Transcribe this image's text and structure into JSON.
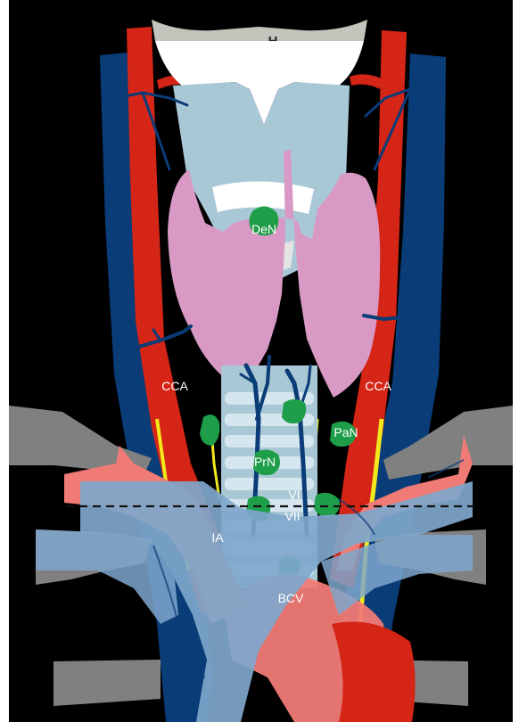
{
  "labels": {
    "hyoid": "H",
    "delphian_node": "DeN",
    "cca_left": "CCA",
    "cca_right": "CCA",
    "paratracheal_node": "PaN",
    "pretracheal_node": "PrN",
    "level_vi": "VI",
    "level_vii": "VII",
    "innominate_artery": "IA",
    "brachiocephalic_vein": "BCV"
  },
  "colors": {
    "background": "#000000",
    "artery": "#d42516",
    "artery_light": "#f07a75",
    "vein": "#0a3c78",
    "vein_light": "#7fa7cc",
    "thyroid": "#d89ac4",
    "larynx_trachea": "#a9c8d6",
    "node": "#1f9e4a",
    "nerve": "#f2e81c",
    "bone": "#c4c4bc",
    "clavicle": "#808080"
  }
}
